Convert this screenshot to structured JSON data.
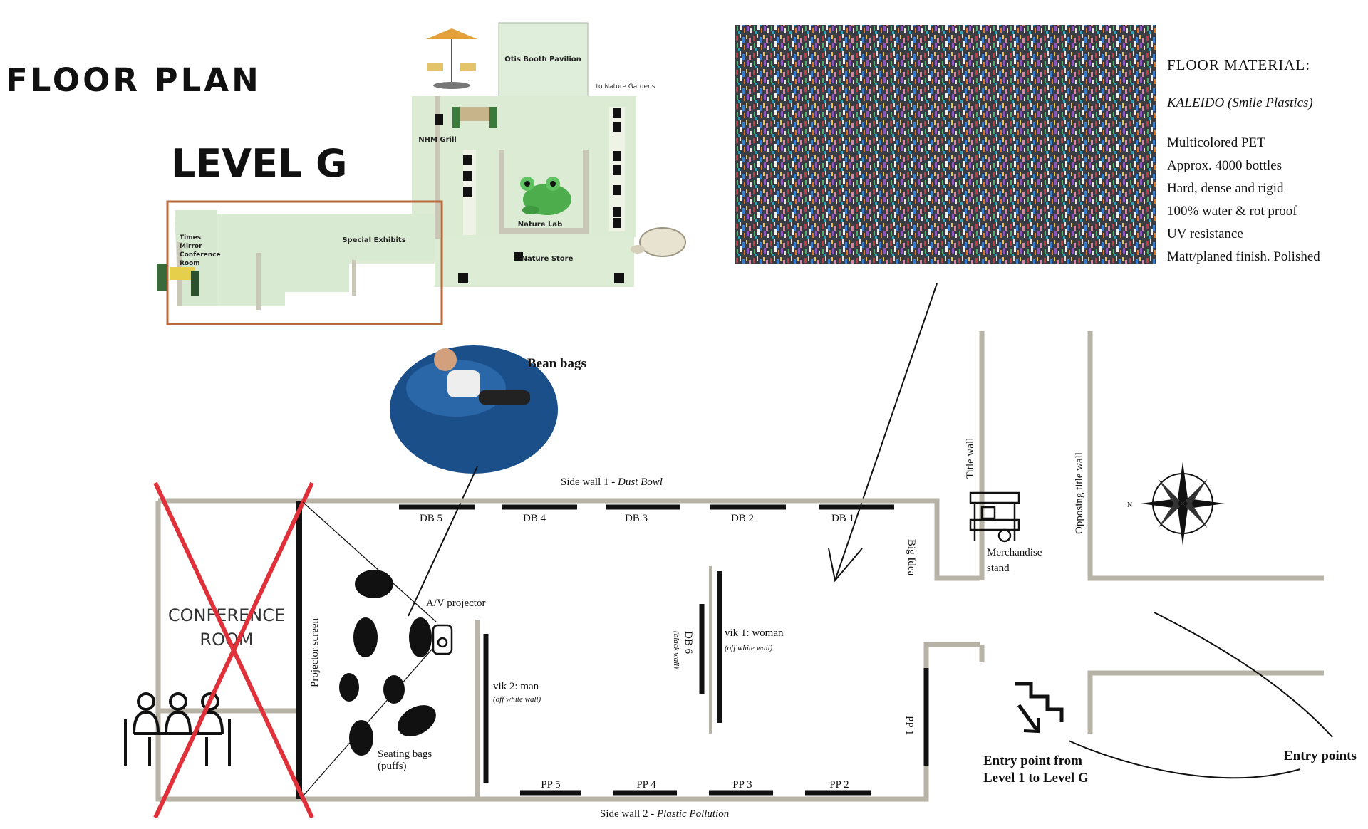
{
  "title": "FLOOR PLAN",
  "level": "LEVEL G",
  "map": {
    "otis": "Otis Booth Pavilion",
    "nature_gardens": "to Nature Gardens",
    "grill": "NHM Grill",
    "times": [
      "Times",
      "Mirror",
      "Conference",
      "Room"
    ],
    "special": "Special Exhibits",
    "nature_lab": "Nature Lab",
    "nature_store": "Nature Store"
  },
  "material": {
    "heading": "FLOOR MATERIAL:",
    "name": "KALEIDO (Smile Plastics)",
    "props": [
      "Multicolored PET",
      "Approx. 4000 bottles",
      "Hard, dense and rigid",
      "100% water & rot proof",
      "UV resistance",
      "Matt/planed finish. Polished"
    ]
  },
  "bean_bags": "Bean bags",
  "plan": {
    "side_wall_1_prefix": "Side wall 1 - ",
    "side_wall_1_em": "Dust Bowl",
    "side_wall_2_prefix": "Side wall 2 - ",
    "side_wall_2_em": "Plastic Pollution",
    "db_labels": [
      "DB 5",
      "DB 4",
      "DB 3",
      "DB 2",
      "DB 1"
    ],
    "pp_labels": [
      "PP 5",
      "PP 4",
      "PP 3",
      "PP 2"
    ],
    "pp1": "PP 1",
    "big_idea": "Big Idea",
    "title_wall": "Title wall",
    "opposing_title_wall": "Opposing title wall",
    "merch": [
      "Merchandise",
      "stand"
    ],
    "conference": [
      "CONFERENCE",
      "ROOM"
    ],
    "projector_screen": "Projector screen",
    "av_projector": "A/V projector",
    "seating": [
      "Seating bags",
      "(puffs)"
    ],
    "vik2": "vik 2: man",
    "vik2_sub": "(off white wall)",
    "vik1": "vik 1: woman",
    "vik1_sub": "(off white wall)",
    "db6": "DB 6",
    "db6_sub": "(black wall)",
    "entry_from": [
      "Entry point from",
      "Level 1 to Level G"
    ],
    "entry_points": "Entry points",
    "compass_n": "N"
  },
  "colors": {
    "wall": "#b8b3a7",
    "cross": "#e0303a",
    "map_fill": "#d9ebd3",
    "map_border": "#b96a3c",
    "bean": "#1b4f8a"
  }
}
